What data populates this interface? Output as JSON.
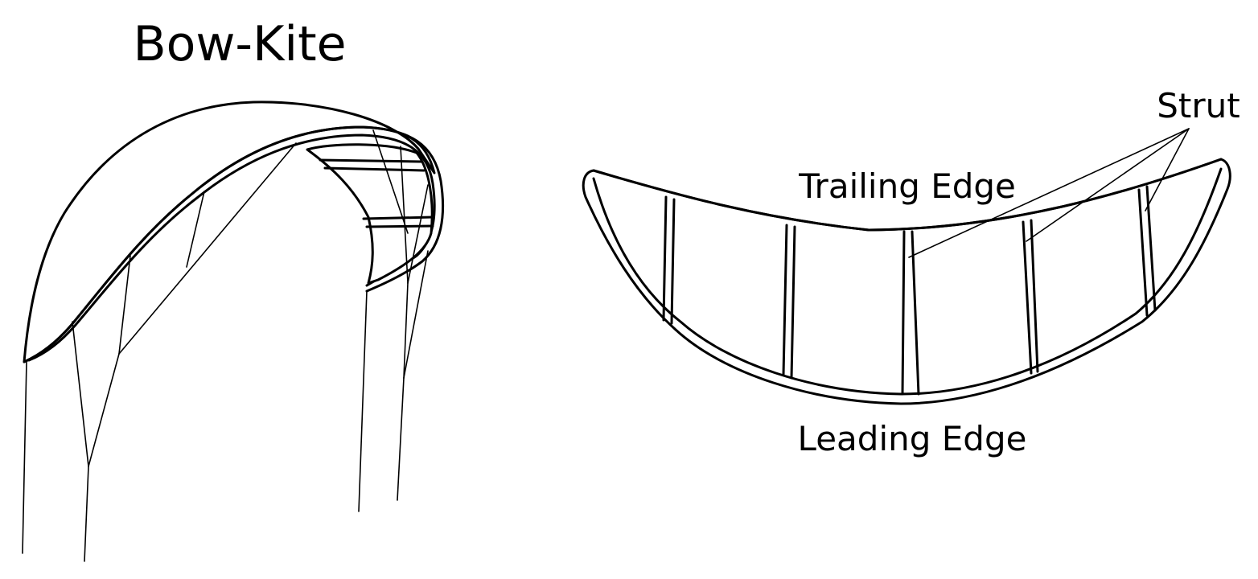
{
  "title": "Bow-Kite",
  "labels": {
    "trailing_edge": "Trailing Edge",
    "leading_edge": "Leading Edge",
    "strut": "Strut"
  },
  "colors": {
    "line": "#000000",
    "background": "#ffffff"
  }
}
